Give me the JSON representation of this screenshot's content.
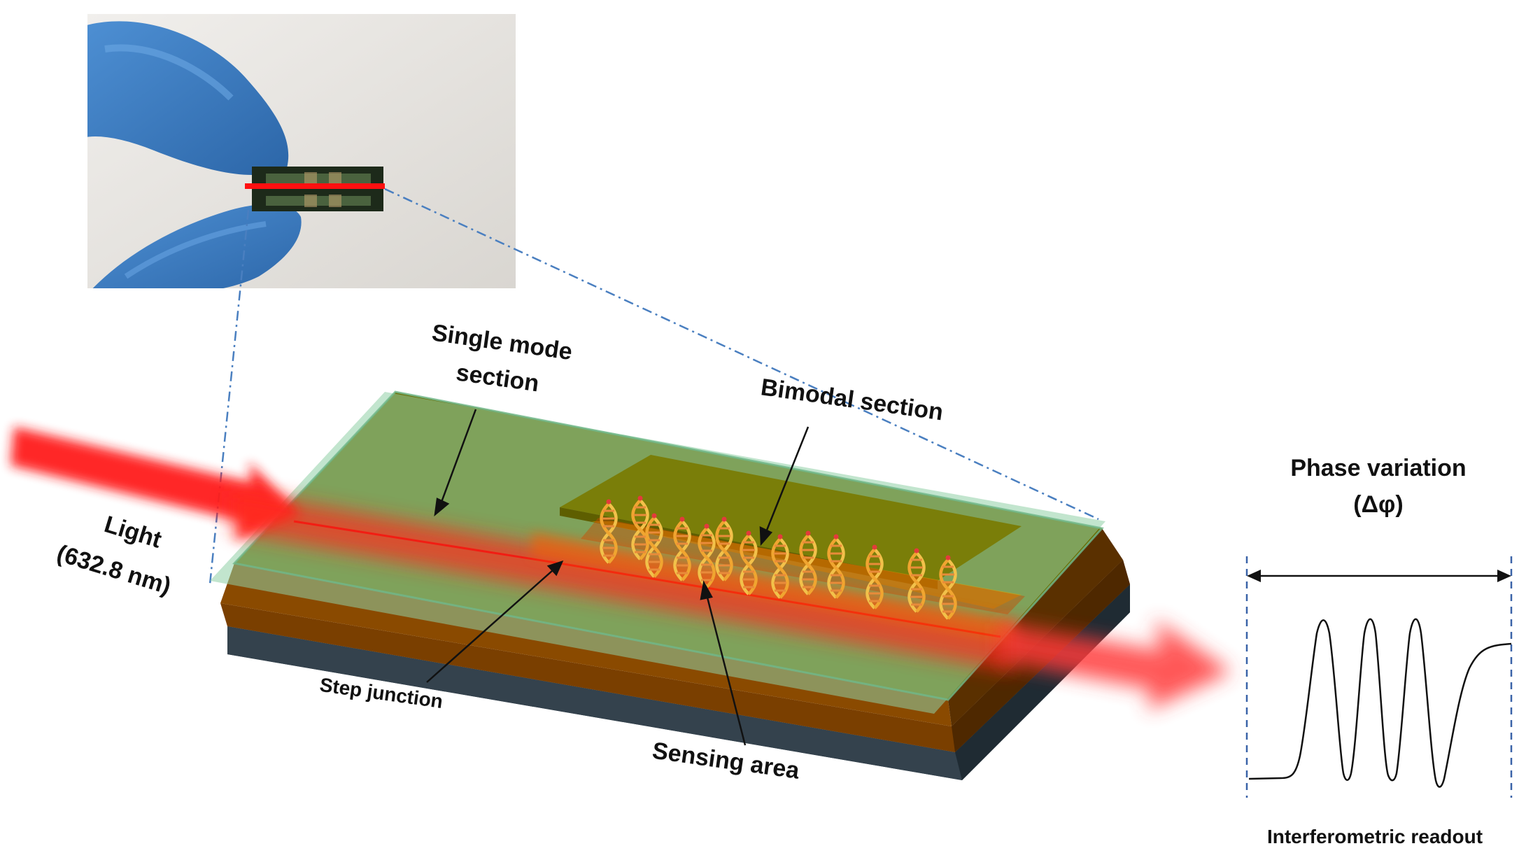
{
  "labels": {
    "single_mode_line1": "Single mode",
    "single_mode_line2": "section",
    "bimodal": "Bimodal section",
    "light_line1": "Light",
    "light_line2": "(632.8 nm)",
    "step_junction": "Step junction",
    "sensing_area": "Sensing area",
    "phase_line1": "Phase variation",
    "phase_line2": "(Δφ)",
    "readout": "Interferometric readout"
  },
  "colors": {
    "laser_red": "#ff1a1a",
    "chip_top_green": "#7fc795",
    "guide_layer_olive": "#6b6b00",
    "oxide_brown": "#7a3f00",
    "substrate_dark": "#2f3f4a",
    "glove_blue": "#3f7fc2",
    "callout_line": "#4a7fc0"
  },
  "icons": {
    "dna_strand": "dna-helix-icon",
    "readout_arrow": "double-headed-arrow-icon"
  }
}
